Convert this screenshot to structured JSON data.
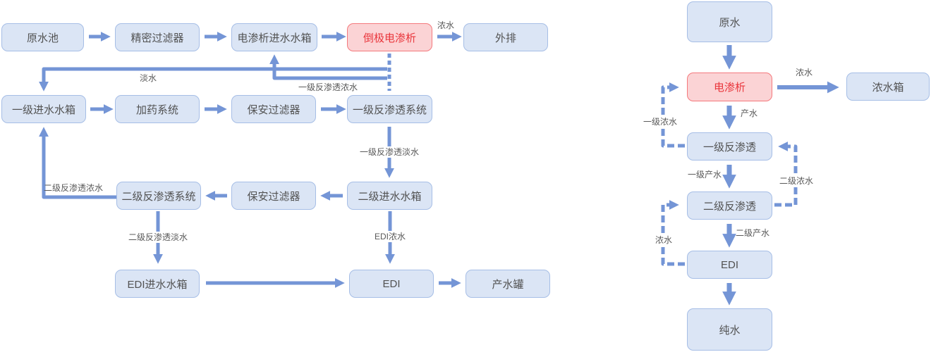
{
  "colors": {
    "accent_blue": "#7495d6",
    "node_fill": "#dbe5f5",
    "node_border": "#a6bee6",
    "node_text": "#525252",
    "highlight_fill": "#fbd3d5",
    "highlight_border": "#f4797d",
    "highlight_text": "#e9363c",
    "edge_label_text": "#595959",
    "background": "#ffffff"
  },
  "left": {
    "nodes": [
      {
        "label": "原水池"
      },
      {
        "label": "精密过滤器"
      },
      {
        "label": "电渗析进水水箱"
      },
      {
        "label": "倒极电渗析",
        "highlight": true
      },
      {
        "label": "外排"
      },
      {
        "label": "一级进水水箱"
      },
      {
        "label": "加药系统"
      },
      {
        "label": "保安过滤器"
      },
      {
        "label": "一级反渗透系统"
      },
      {
        "label": "二级反渗透系统"
      },
      {
        "label": "保安过滤器"
      },
      {
        "label": "二级进水水箱"
      },
      {
        "label": "EDI进水水箱"
      },
      {
        "label": "EDI"
      },
      {
        "label": "产水罐"
      }
    ],
    "labels": {
      "concentrate": "浓水",
      "freshwater": "淡水",
      "ro1_concentrate": "一级反渗透浓水",
      "ro1_freshwater": "一级反渗透淡水",
      "ro2_concentrate": "二级反渗透浓水",
      "ro2_freshwater": "二级反渗透淡水",
      "edi_concentrate": "EDI浓水"
    }
  },
  "right": {
    "nodes": [
      {
        "label": "原水"
      },
      {
        "label": "电渗析",
        "highlight": true
      },
      {
        "label": "浓水箱"
      },
      {
        "label": "一级反渗透"
      },
      {
        "label": "二级反渗透"
      },
      {
        "label": "EDI"
      },
      {
        "label": "纯水"
      }
    ],
    "labels": {
      "concentrate": "浓水",
      "product": "产水",
      "s1_concentrate": "一级浓水",
      "s1_product": "一级产水",
      "s2_concentrate": "二级浓水",
      "s2_product": "二级产水",
      "edi_concentrate": "浓水"
    }
  }
}
